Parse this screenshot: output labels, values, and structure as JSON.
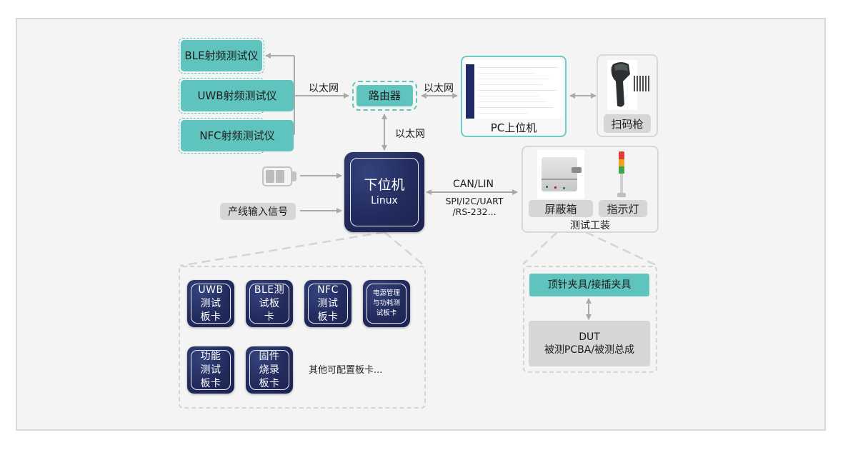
{
  "instruments": [
    {
      "label": "BLE射频测试仪"
    },
    {
      "label": "UWB射频测试仪"
    },
    {
      "label": "NFC射频测试仪"
    }
  ],
  "links": {
    "ethernet_left": "以太网",
    "ethernet_right": "以太网",
    "ethernet_down": "以太网",
    "bus_top": "CAN/LIN",
    "bus_bottom_line1": "SPI/I2C/UART",
    "bus_bottom_line2": "/RS-232..."
  },
  "router": {
    "label": "路由器"
  },
  "pc": {
    "label": "PC上位机",
    "screenshot": "software-ui-thumbnail"
  },
  "scanner": {
    "label": "扫码枪",
    "image": "barcode-scanner-with-qr-code"
  },
  "controller": {
    "title": "下位机",
    "subtitle": "Linux"
  },
  "inputs": {
    "battery_icon": "battery-icon",
    "line_signal": "产线输入信号"
  },
  "fixture": {
    "shield_box": "屏蔽箱",
    "indicator": "指示灯",
    "caption": "测试工装"
  },
  "boards": [
    {
      "lines": [
        "UWB",
        "测试",
        "板卡"
      ]
    },
    {
      "lines": [
        "BLE测",
        "试板",
        "卡"
      ]
    },
    {
      "lines": [
        "NFC",
        "测试",
        "板卡"
      ]
    },
    {
      "lines": [
        "电源管理",
        "与功耗测",
        "试板卡"
      ]
    },
    {
      "lines": [
        "功能",
        "测试",
        "板卡"
      ]
    },
    {
      "lines": [
        "固件",
        "烧录",
        "板卡"
      ]
    }
  ],
  "boards_more": "其他可配置板卡...",
  "dut_section": {
    "jig": "顶针夹具/接插夹具",
    "dut_title": "DUT",
    "dut_sub": "被测PCBA/被测总成"
  },
  "colors": {
    "teal": "#5fc3be",
    "navy": "#222b5c",
    "gray_chip": "#d6d6d6",
    "arrow": "#a9a9a9"
  }
}
